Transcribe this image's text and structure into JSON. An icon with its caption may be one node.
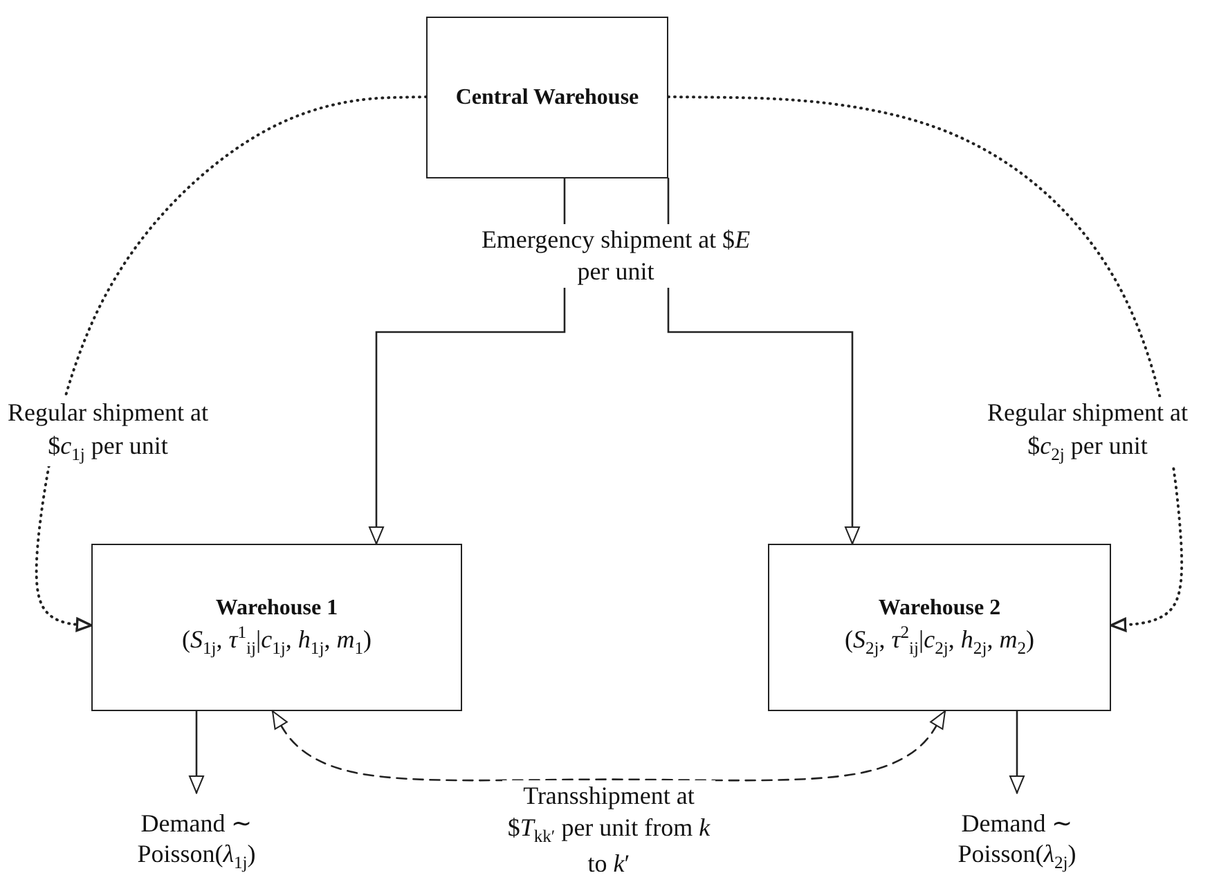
{
  "diagram": {
    "nodes": [
      {
        "text": [
          "Central Warehouse"
        ]
      },
      {
        "text": [
          "Warehouse 1",
          "(*S*$_{1j}$, *τ*$^{1}$$_{ij}$|*c*$_{1j}$, *h*$_{1j}$, *m*$_{1}$)"
        ]
      },
      {
        "text": [
          "Warehouse 2",
          "(*S*$_{2j}$, *τ*$^{2}$$_{ij}$|*c*$_{2j}$, *h*$_{2j}$, *m*$_{2}$)"
        ]
      },
      {
        "text": [
          "Demand ∼ Poisson(*λ*$_{1j}$)"
        ]
      },
      {
        "text": [
          "Demand ∼ Poisson(*λ*$_{2j}$)"
        ]
      }
    ],
    "edges": [
      {
        "from": 0,
        "to": 1,
        "arrow": "to",
        "label": "Emergency shipment at $*E* per unit"
      },
      {
        "from": 0,
        "to": 2,
        "arrow": "to"
      },
      {
        "from": 0,
        "to": 1,
        "arrow": "to",
        "style": "dashed",
        "label": "Regular shipment at $*c*$_{1j}$ per unit"
      },
      {
        "from": 0,
        "to": 2,
        "arrow": "to",
        "style": "dashed",
        "label": "Regular shipment at $*c*$_{2j}$ per unit"
      },
      {
        "from": 1,
        "to": 2,
        "arrow": "both",
        "style": "dashed",
        "label": "Transshipment at $*T*$_{kk′}$ per unit from *k* to *k*′"
      },
      {
        "from": 1,
        "to": 3,
        "arrow": "to"
      },
      {
        "from": 2,
        "to": 4,
        "arrow": "to"
      }
    ]
  }
}
